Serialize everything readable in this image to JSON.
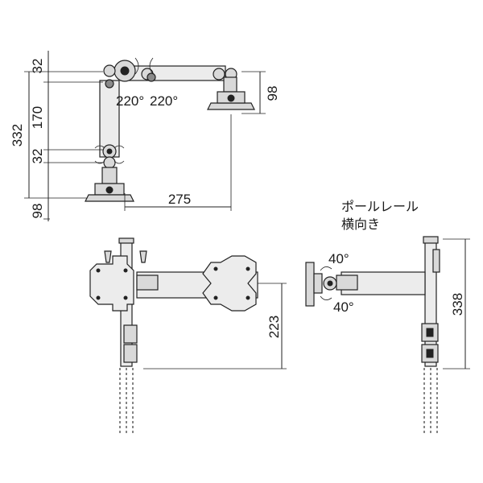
{
  "dimensions": {
    "d32_top": "32",
    "d170": "170",
    "d332": "332",
    "d32_mid": "32",
    "d98_left": "98",
    "d98_right": "98",
    "d275": "275",
    "d223": "223",
    "d338": "338"
  },
  "angles": {
    "a220_left": "220°",
    "a220_right": "220°",
    "a40_top": "40°",
    "a40_bottom": "40°"
  },
  "pole_rail_label": {
    "line1": "ポールレール",
    "line2": "横向き"
  }
}
